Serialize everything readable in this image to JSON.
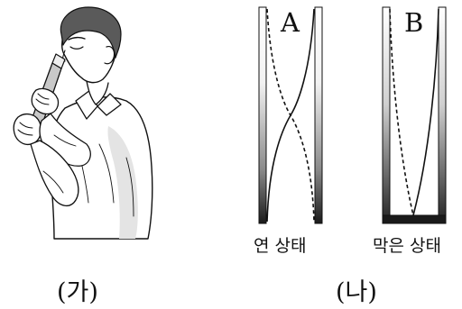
{
  "panels": {
    "left": {
      "caption": "(가)"
    },
    "right": {
      "caption": "(나)"
    }
  },
  "tubes": {
    "a": {
      "letter": "A",
      "state": "연 상태"
    },
    "b": {
      "letter": "B",
      "state": "막은 상태"
    }
  },
  "colors": {
    "ink": "#111111",
    "tube_dark": "#1a1a1a",
    "tube_light": "#ffffff",
    "paper": "#ffffff"
  }
}
